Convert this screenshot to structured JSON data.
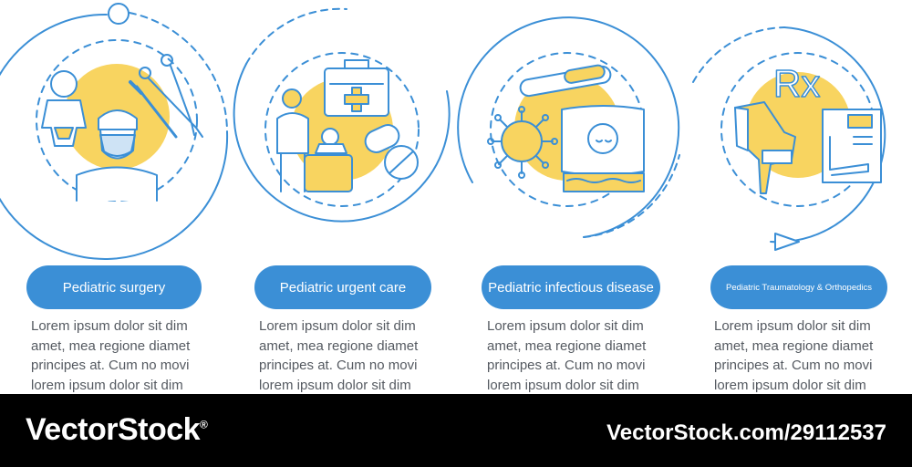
{
  "colors": {
    "accent_blue": "#3b8fd6",
    "accent_yellow": "#f8d460",
    "text_gray": "#555a61",
    "footer": "#000000"
  },
  "steps": [
    {
      "label": "Pediatric surgery",
      "icon": "surgery-icon",
      "desc": [
        "Lorem ipsum dolor sit dim",
        "amet, mea regione diamet",
        "principes at. Cum no movi",
        "lorem ipsum dolor sit dim"
      ]
    },
    {
      "label": "Pediatric urgent care",
      "icon": "first-aid-icon",
      "desc": [
        "Lorem ipsum dolor sit dim",
        "amet, mea regione diamet",
        "principes at. Cum no movi",
        "lorem ipsum dolor sit dim"
      ]
    },
    {
      "label": "Pediatric infectious disease",
      "icon": "virus-icon",
      "desc": [
        "Lorem ipsum dolor sit dim",
        "amet, mea regione diamet",
        "principes at. Cum no movi",
        "lorem ipsum dolor sit dim"
      ]
    },
    {
      "label": "Pediatric Traumatology & Orthopedics",
      "icon": "orthopedics-icon",
      "desc": [
        "Lorem ipsum dolor sit dim",
        "amet, mea regione diamet",
        "principes at. Cum no movi",
        "lorem ipsum dolor sit dim"
      ]
    }
  ],
  "footer": {
    "brand": "VectorStock",
    "brand_mark": "®",
    "image_id": "VectorStock.com/29112537"
  },
  "icons": {
    "rx_symbol": "Rx"
  }
}
